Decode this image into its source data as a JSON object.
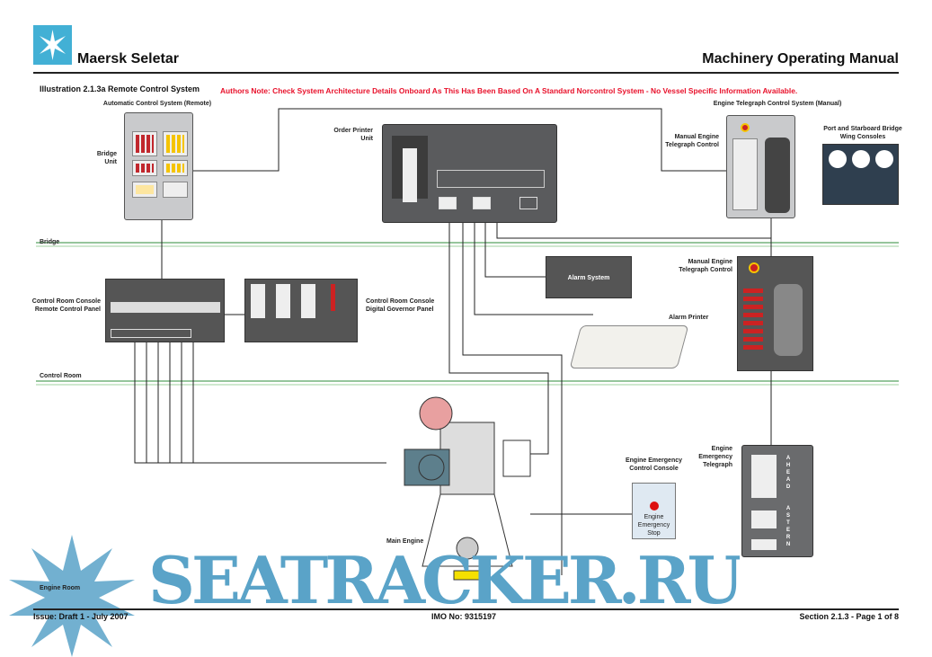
{
  "header": {
    "brand": "Maersk Seletar",
    "title": "Machinery Operating Manual",
    "logo": "maersk-star-logo"
  },
  "illustration": {
    "title": "Illustration 2.1.3a Remote Control System",
    "note": "Authors Note: Check System Architecture Details Onboard As This Has Been Based On A Standard Norcontrol System -  No Vessel Specific Information Available."
  },
  "labels": {
    "auto_system": "Automatic Control System (Remote)",
    "bridge_unit": "Bridge Unit",
    "order_printer": "Order Printer Unit",
    "telegraph_system": "Engine Telegraph Control System (Manual)",
    "manual_telegraph": "Manual Engine Telegraph Control",
    "wing_consoles": "Port and Starboard Bridge Wing Consoles",
    "bridge": "Bridge",
    "remote_panel": "Control Room Console Remote Control Panel",
    "governor_panel": "Control Room Console Digital Governor Panel",
    "alarm_system": "Alarm System",
    "alarm_printer": "Alarm Printer",
    "manual_telegraph_2": "Manual Engine Telegraph Control",
    "control_room": "Control Room",
    "emergency_console": "Engine Emergency Control Console",
    "emergency_stop": "Engine Emergency Stop",
    "emergency_telegraph": "Engine Emergency Telegraph",
    "ahead": "AHEAD",
    "astern": "ASTERN",
    "main_engine": "Main Engine",
    "engine_room": "Engine Room"
  },
  "footer": {
    "issue": "Issue: Draft 1  -  July 2007",
    "imo": "IMO No: 9315197",
    "section": "Section 2.1.3  -  Page 1 of 8"
  },
  "watermark": "SEATRACKER.RU",
  "colors": {
    "logo": "#42b0d5",
    "note": "#e8102a",
    "deck_line": "#2e8b3a",
    "watermark": "#5aa3c8"
  }
}
